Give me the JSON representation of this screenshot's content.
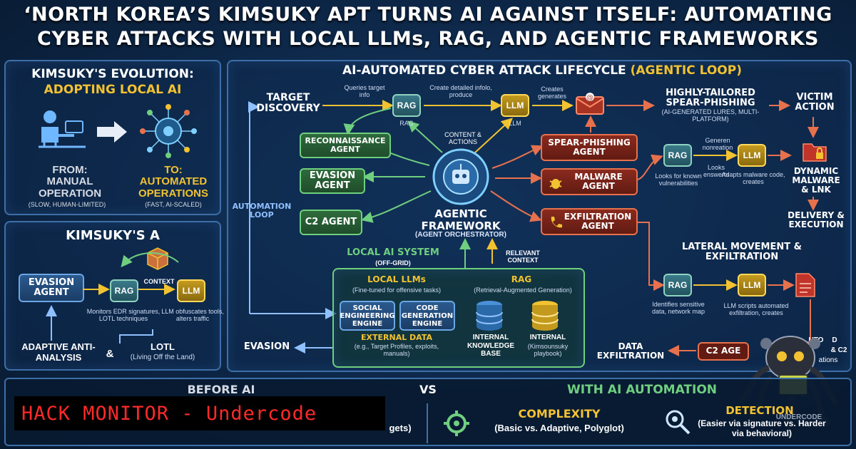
{
  "title": {
    "line1": "‘NORTH KOREA’S KIMSUKY APT TURNS AI AGAINST ITSELF: AUTOMATING",
    "line2": "CYBER ATTACKS WITH LOCAL LLMs, RAG, AND AGENTIC FRAMEWORKS"
  },
  "evolution": {
    "title1": "KIMSUKY'S EVOLUTION:",
    "title2": "ADOPTING LOCAL AI",
    "from_label": "FROM:",
    "from_value": "MANUAL OPERATION",
    "from_note": "(SLOW, HUMAN-LIMITED)",
    "to_label": "TO:",
    "to_value": "AUTOMATED OPERATIONS",
    "to_note": "(FAST, AI-SCALED)"
  },
  "kimsuky_a": {
    "title": "KIMSUKY'S A",
    "evasion_agent": "EVASION AGENT",
    "context": "CONTEXT",
    "rag": "RAG",
    "llm": "LLM",
    "rag_note": "Monitors EDR signatures, LOTL techniques",
    "llm_note": "LLM obfuscates tools, alters traffic",
    "adaptive": "ADAPTIVE ANTI-ANALYSIS",
    "amp": "&",
    "lotl": "LOTL",
    "lotl_note": "(Living Off the Land)"
  },
  "lifecycle": {
    "title_white": "AI-AUTOMATED CYBER ATTACK LIFECYCLE ",
    "title_gold": "(AGENTIC LOOP)",
    "target_discovery": "TARGET DISCOVERY",
    "queries": "Queries target info",
    "rag": "RAG",
    "rag_under": "RAG",
    "create_detailed": "Create detailed infolo, produce",
    "llm": "LLM",
    "llm_under": "LLM",
    "creates_generates": "Creates generates",
    "spear_title": "HIGHLY-TAILORED SPEAR-PHISHING",
    "spear_note": "(AI-GENERATED LURES, MULTI-PLATFORM)",
    "victim_action": "VICTIM ACTION",
    "recon_agent": "RECONNAISSANCE AGENT",
    "content_actions": "CONTENT & ACTIONS",
    "spear_agent": "SPEAR-PHISHING AGENT",
    "generen": "Generen nonreation",
    "rag2": "RAG",
    "llm2": "LLM",
    "looks_answers": "Looks enswerts",
    "dynamic_malware": "DYNAMIC MALWARE & LNK",
    "evasion_agent": "EVASION AGENT",
    "malware_agent": "MALWARE AGENT",
    "looks_known": "Looks for known vulnerabilities",
    "adapts": "Adapts malware code, creates",
    "automation_loop": "AUTOMATION LOOP",
    "c2_agent": "C2 AGENT",
    "framework_title": "AGENTIC FRAMEWORK",
    "framework_note": "(AGENT ORCHESTRATOR)",
    "exfil_agent": "EXFILTRATION AGENT",
    "delivery": "DELIVERY & EXECUTION",
    "lateral": "LATERAL MOVEMENT & EXFILTRATION",
    "local_ai": "LOCAL AI SYSTEM",
    "off_grid": "(OFF-GRID)",
    "relevant_context": "RELEVANT CONTEXT",
    "local_llms": "LOCAL LLMs",
    "local_llms_note": "(Fine-tuned for offensive tasks)",
    "rag_box": "RAG",
    "rag_box_note": "(Retrieval-Augmented Generation)",
    "social_eng": "SOCIAL ENGINEERING ENGINE",
    "code_gen": "CODE GENERATION ENGINE",
    "external_data": "EXTERNAL DATA",
    "external_note": "(e.g., Target Profiles, exploits, manuals)",
    "internal_kb": "INTERNAL KNOWLEDGE BASE",
    "internal_title": "INTERNAL",
    "internal_note": "(Kimsounsuky playbook)",
    "rag3": "RAG",
    "llm3": "LLM",
    "identifies": "Identifies sensitive data, network map",
    "llm_scripts": "LLM scripts automated exfiltration, creates",
    "evasion_label": "EVASION",
    "data_exfil": "DATA EXFILTRATION",
    "c2_partial": "C2 AGE",
    "cut1": "UTO",
    "cut2": "D",
    "cut3": "& C2",
    "cut4": "C",
    "cut5": "ations"
  },
  "bottom": {
    "before_ai": "BEFORE AI",
    "vs": "VS",
    "with_ai": "WITH AI AUTOMATION",
    "before_note": "gets)",
    "complexity": "COMPLEXITY",
    "complexity_note": "(Basic vs. Adaptive, Polyglot)",
    "detection": "DETECTION",
    "detection_note": "(Easier via signature vs. Harder via behavioral)",
    "watermark": "UNDERCODE"
  },
  "overlay": {
    "hack_monitor": "HACK MONITOR - Undercode"
  },
  "icons": [
    "person-at-desk-icon",
    "arrow-right-icon",
    "gear-network-icon",
    "cube-icon",
    "envelope-icon",
    "bug-icon",
    "phone-icon",
    "database-icon",
    "folder-lock-icon",
    "document-icon",
    "magnifier-icon",
    "octopus-robot-icon"
  ],
  "colors": {
    "background": "#0d2748",
    "accent_gold": "#f2c230",
    "agent_green": "#2e6b3c",
    "agent_red": "#8a2a1e",
    "hack_red": "#ff2a2a"
  }
}
